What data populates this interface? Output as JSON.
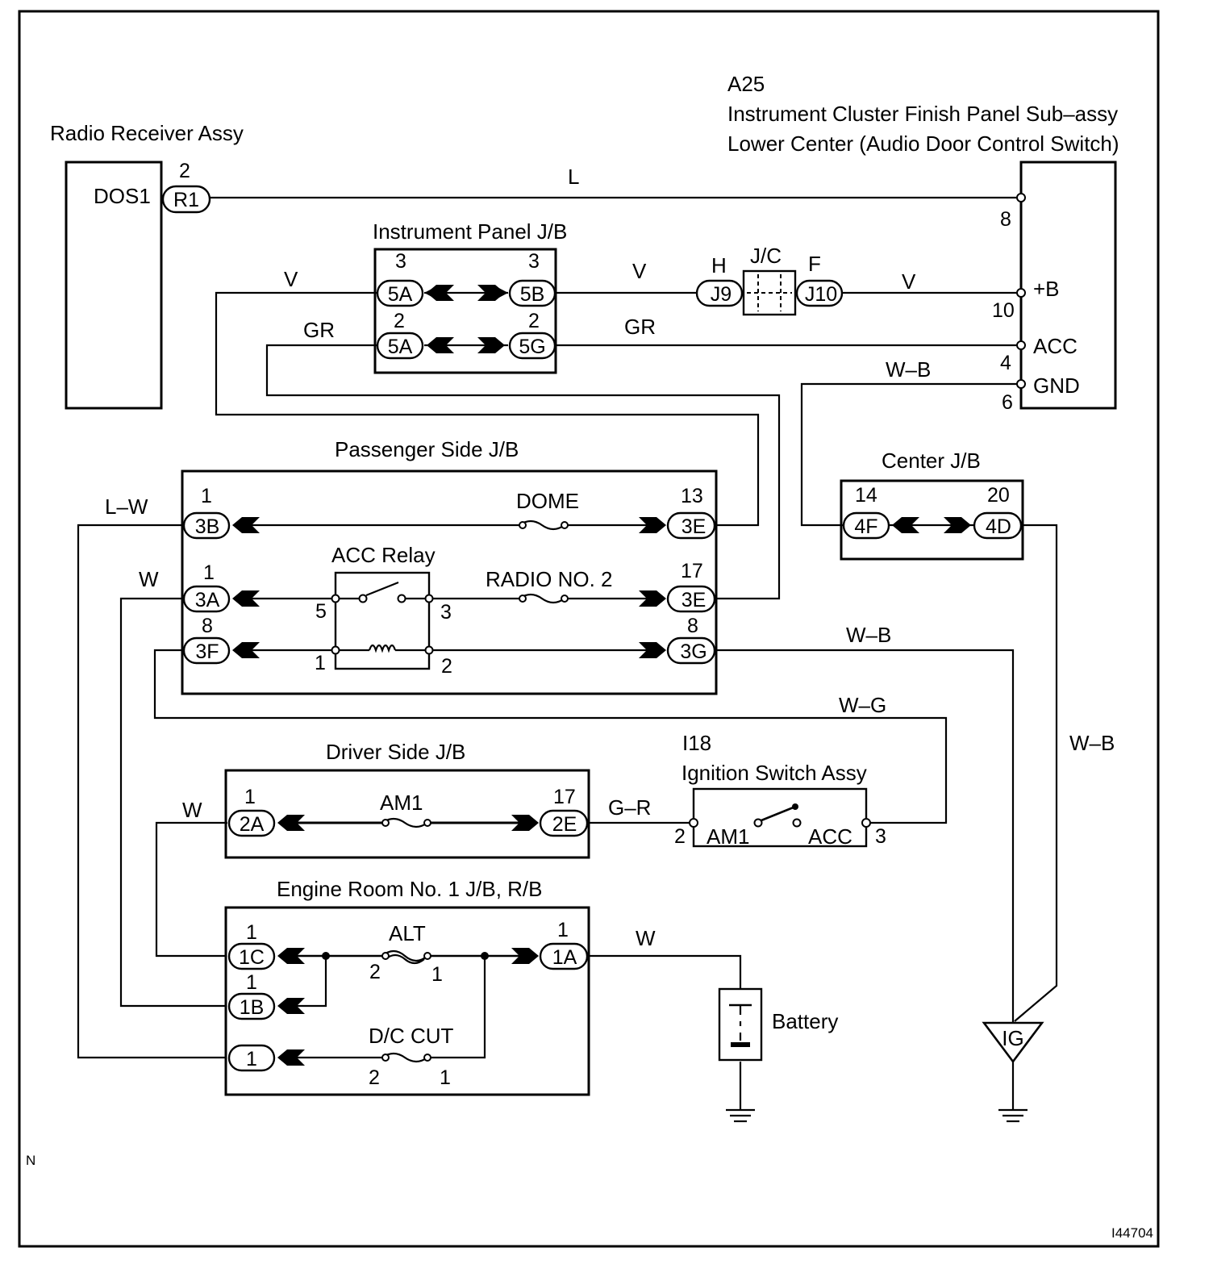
{
  "corner_mark": "N",
  "figure_id": "I44704",
  "components": {
    "radio": {
      "title": "Radio Receiver Assy",
      "pin_name": "DOS1",
      "pin_no": "2",
      "connector": "R1"
    },
    "a25": {
      "code": "A25",
      "title_line1": "Instrument Cluster Finish Panel Sub–assy",
      "title_line2": "Lower Center (Audio Door Control Switch)",
      "pin8": "8",
      "pin10": "10",
      "pin4": "4",
      "pin6": "6",
      "plusb": "+B",
      "acc": "ACC",
      "gnd": "GND"
    },
    "ip_jb": {
      "title": "Instrument Panel J/B",
      "n_tl": "3",
      "n_tr": "3",
      "n_bl": "2",
      "n_br": "2",
      "c_tl": "5A",
      "c_tr": "5B",
      "c_bl": "5A",
      "c_br": "5G"
    },
    "jc": {
      "title": "J/C",
      "h": "H",
      "f": "F",
      "j9": "J9",
      "j10": "J10"
    },
    "pass_jb": {
      "title": "Passenger Side J/B",
      "n_3b": "1",
      "c_3b": "3B",
      "dome": "DOME",
      "n_3e_top": "13",
      "c_3e_top": "3E",
      "relay": "ACC Relay",
      "n_3a": "1",
      "c_3a": "3A",
      "radio2": "RADIO NO. 2",
      "n_3e_mid": "17",
      "c_3e_mid": "3E",
      "n_3f": "8",
      "c_3f": "3F",
      "n_3g": "8",
      "c_3g": "3G",
      "r5": "5",
      "r3": "3",
      "r1": "1",
      "r2": "2"
    },
    "center_jb": {
      "title": "Center J/B",
      "n_4f": "14",
      "c_4f": "4F",
      "n_4d": "20",
      "c_4d": "4D"
    },
    "ign": {
      "code": "I18",
      "title": "Ignition Switch Assy",
      "am1": "AM1",
      "acc": "ACC",
      "p2": "2",
      "p3": "3"
    },
    "driver_jb": {
      "title": "Driver Side J/B",
      "n_2a": "1",
      "c_2a": "2A",
      "fuse": "AM1",
      "n_2e": "17",
      "c_2e": "2E"
    },
    "engine_jb": {
      "title": "Engine Room No. 1 J/B, R/B",
      "n_1c": "1",
      "c_1c": "1C",
      "n_1b": "1",
      "c_1b": "1B",
      "c_1": "1",
      "alt": "ALT",
      "alt2": "2",
      "alt1": "1",
      "n_1a": "1",
      "c_1a": "1A",
      "dccut": "D/C CUT",
      "dc2": "2",
      "dc1": "1"
    },
    "battery": {
      "title": "Battery"
    },
    "ig": {
      "label": "IG"
    }
  },
  "wires": {
    "l": "L",
    "v1": "V",
    "v2": "V",
    "v3": "V",
    "gr1": "GR",
    "gr2": "GR",
    "wb_top": "W–B",
    "lw": "L–W",
    "w_3a": "W",
    "wb_3g": "W–B",
    "wg": "W–G",
    "wb_right": "W–B",
    "w_2a": "W",
    "gr_ign": "G–R",
    "w_bat": "W"
  }
}
